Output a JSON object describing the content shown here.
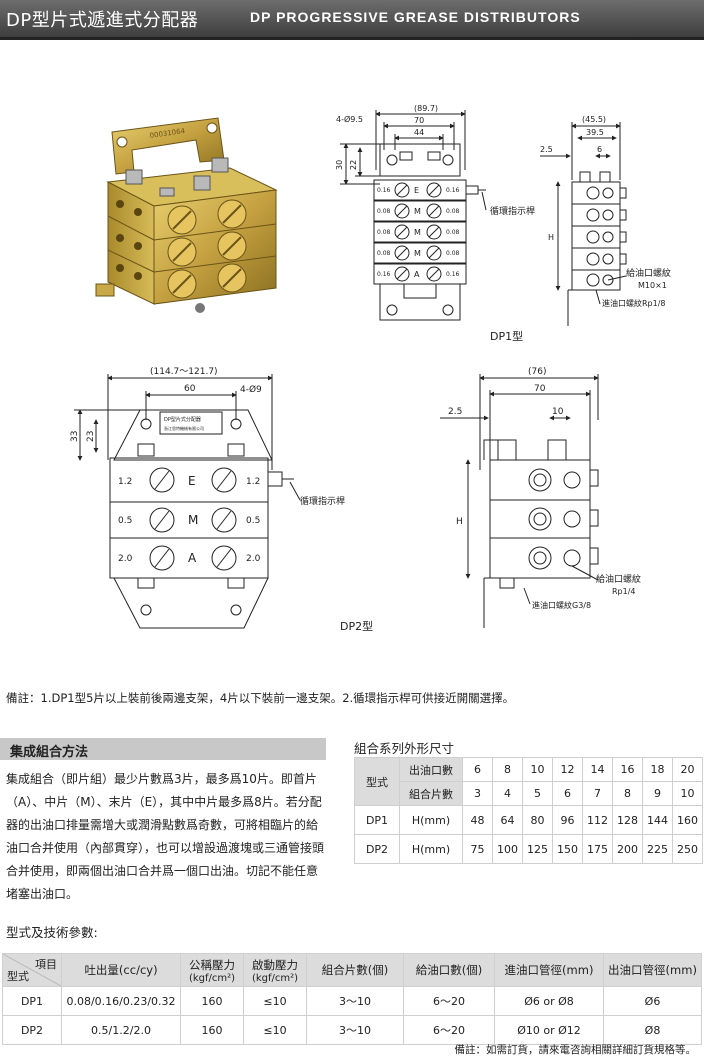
{
  "header": {
    "title_cn": "DP型片式遞進式分配器",
    "title_en": "DP PROGRESSIVE GREASE DISTRIBUTORS"
  },
  "photo": {
    "plate_text": "00031064"
  },
  "dp1_drawing": {
    "dims": {
      "overall_width": "(89.7)",
      "width": "70",
      "hole_span": "44",
      "hole": "4-Ø9.5",
      "h30": "30",
      "h22": "22",
      "side_width": "(45.5)",
      "side_inner": "39.5",
      "offset": "2.5",
      "six": "6",
      "h": "H"
    },
    "blocks": [
      {
        "left": "0.16",
        "letter": "E",
        "right": "0.16"
      },
      {
        "left": "0.08",
        "letter": "M",
        "right": "0.08"
      },
      {
        "left": "0.08",
        "letter": "M",
        "right": "0.08"
      },
      {
        "left": "0.08",
        "letter": "M",
        "right": "0.08"
      },
      {
        "left": "0.16",
        "letter": "A",
        "right": "0.16"
      }
    ],
    "indicator_label": "循環指示桿",
    "supply_label": "給油口螺紋",
    "supply_thread": "M10×1",
    "inlet_label": "進油口螺紋Rp1/8",
    "model": "DP1型"
  },
  "dp2_drawing": {
    "dims": {
      "overall_width": "(114.7～121.7)",
      "width": "60",
      "hole": "4-Ø9",
      "h33": "33",
      "h23": "23",
      "side_width": "(76)",
      "side_inner": "70",
      "offset": "2.5",
      "ten": "10",
      "h": "H"
    },
    "plate_line1": "DP型片式分配器",
    "plate_line2": "浙江思特機械有限公司",
    "blocks": [
      {
        "left": "1.2",
        "letter": "E",
        "right": "1.2"
      },
      {
        "left": "0.5",
        "letter": "M",
        "right": "0.5"
      },
      {
        "left": "2.0",
        "letter": "A",
        "right": "2.0"
      }
    ],
    "indicator_label": "循環指示桿",
    "supply_label": "給油口螺紋",
    "supply_thread": "Rp1/4",
    "inlet_label": "進油口螺紋G3/8",
    "model": "DP2型"
  },
  "note": "備註：1.DP1型5片以上裝前後兩邊支架，4片以下裝前一邊支架。2.循環指示桿可供接近開關選擇。",
  "method": {
    "heading": "集成組合方法",
    "text": "集成組合（即片組）最少片數爲3片，最多爲10片。即首片（A）、中片（M）、末片（E），其中中片最多爲8片。若分配器的出油口排量需增大或潤滑點數爲奇數，可將相臨片的給油口合并使用（內部貫穿），也可以增設過渡塊或三通管接頭合并使用，即兩個出油口合并爲一個口出油。切記不能任意堵塞出油口。"
  },
  "dimension_table": {
    "title": "組合系列外形尺寸",
    "model_label": "型式",
    "outlets_label": "出油口數",
    "pieces_label": "組合片數",
    "outlets": [
      "6",
      "8",
      "10",
      "12",
      "14",
      "16",
      "18",
      "20"
    ],
    "pieces": [
      "3",
      "4",
      "5",
      "6",
      "7",
      "8",
      "9",
      "10"
    ],
    "rows": [
      {
        "model": "DP1",
        "unit": "H(mm)",
        "values": [
          "48",
          "64",
          "80",
          "96",
          "112",
          "128",
          "144",
          "160"
        ]
      },
      {
        "model": "DP2",
        "unit": "H(mm)",
        "values": [
          "75",
          "100",
          "125",
          "150",
          "175",
          "200",
          "225",
          "250"
        ]
      }
    ]
  },
  "spec_table": {
    "title": "型式及技術參數:",
    "corner_top": "項目",
    "corner_bottom": "型式",
    "headers": {
      "discharge": "吐出量(cc/cy)",
      "nominal_pressure": "公稱壓力",
      "nominal_unit": "(kgf/cm²)",
      "start_pressure": "啟動壓力",
      "start_unit": "(kgf/cm²)",
      "pieces": "組合片數(個)",
      "supply_ports": "給油口數(個)",
      "inlet_pipe": "進油口管徑(mm)",
      "outlet_pipe": "出油口管徑(mm)"
    },
    "rows": [
      {
        "model": "DP1",
        "discharge": "0.08/0.16/0.23/0.32",
        "nominal": "160",
        "start": "≤10",
        "pieces": "3～10",
        "ports": "6～20",
        "inlet": "Ø6 or Ø8",
        "outlet": "Ø6"
      },
      {
        "model": "DP2",
        "discharge": "0.5/1.2/2.0",
        "nominal": "160",
        "start": "≤10",
        "pieces": "3～10",
        "ports": "6～20",
        "inlet": "Ø10 or Ø12",
        "outlet": "Ø8"
      }
    ]
  },
  "footer": "備註：如需訂貨，請來電咨詢相關詳細訂貨規格等。",
  "colors": {
    "title_bar": "#4a4a4a",
    "brass": "#c8a848",
    "header_cell": "#dcdcdc"
  }
}
